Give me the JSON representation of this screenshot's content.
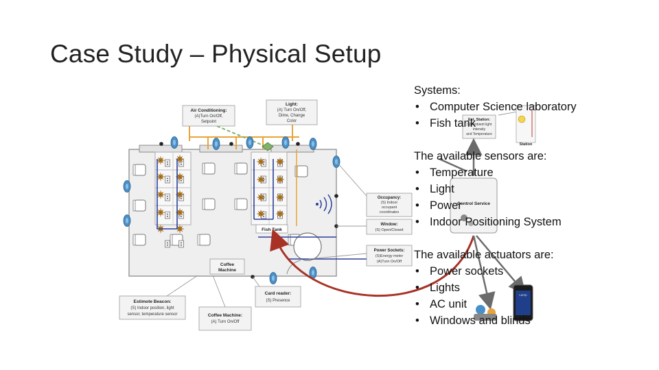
{
  "title": "Case Study – Physical Setup",
  "text": {
    "systems_heading": "Systems:",
    "systems": [
      "Computer Science laboratory",
      "Fish tank"
    ],
    "sensors_heading": "The available sensors are:",
    "sensors": [
      "Temperature",
      "Light",
      "Power",
      "Indoor Positioning System"
    ],
    "actuators_heading": "The available actuators are:",
    "actuators": [
      "Power sockets",
      "Lights",
      "AC unit",
      "Windows and blinds"
    ]
  },
  "diagram": {
    "air_conditioning": [
      "Air Conditioning:",
      "(A)Turn On/Off,",
      "Setpoint"
    ],
    "light": [
      "Light:",
      "(A) Turn On/Off,",
      "Dime, Change",
      "Color"
    ],
    "est_station": [
      "Est. Station:",
      "(S) Ambient light",
      "intensity",
      "and Temperature"
    ],
    "station": "Station",
    "control_service": "Control Service",
    "occupancy": [
      "Occupancy:",
      "(S) Indoor",
      "occupant",
      "coordinates"
    ],
    "window": [
      "Window:",
      "(S) Open/Closed"
    ],
    "fish_tank": "Fish Tank",
    "power_sockets": [
      "Power Sockets:",
      "(S)Energy meter",
      "(A)Turn On/Off"
    ],
    "coffee_machine_room": [
      "Coffee",
      "Machine"
    ],
    "card_reader": [
      "Card reader:",
      "(S) Presence"
    ],
    "estimote_beacon": [
      "Estimote Beacon:",
      "(S) Indoor position, light",
      "sensor, temperature sensor"
    ],
    "coffee_machine": [
      "Coffee Machine:",
      "(A) Turn On/Off"
    ],
    "phone_label": "Lamp"
  },
  "colors": {
    "beacon": "#4a90c8",
    "orange_wire": "#e8a33a",
    "blue_wire": "#2a3f9a",
    "red_arrow": "#a83226",
    "gray_arrow": "#6b6b6b",
    "green_dash": "#7fb36a"
  }
}
